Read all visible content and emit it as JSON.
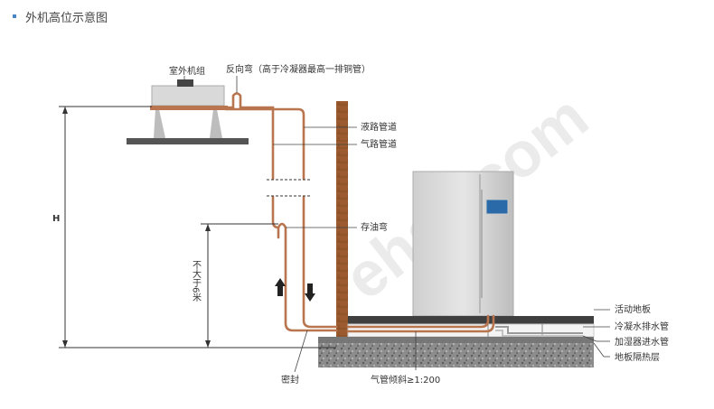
{
  "header": {
    "title": "外机高位示意图"
  },
  "labels": {
    "outdoor_unit": "室外机组",
    "reverse_bend": "反向弯（高于冷凝器最高一排铜管）",
    "liquid_pipe": "液路管道",
    "gas_pipe": "气路管道",
    "oil_trap": "存油弯",
    "height": "H",
    "max_6m": "不大于6米",
    "seal": "密封",
    "gas_slope": "气管倾斜≥1:200",
    "raised_floor": "活动地板",
    "condensate_drain": "冷凝水排水管",
    "humidifier_inlet": "加湿器进水管",
    "floor_insulation": "地板隔热层"
  },
  "watermark": "ehsy.com",
  "colors": {
    "pipe": "#b8754e",
    "wall": "#9b5a2f",
    "accent": "#4a86c5"
  }
}
